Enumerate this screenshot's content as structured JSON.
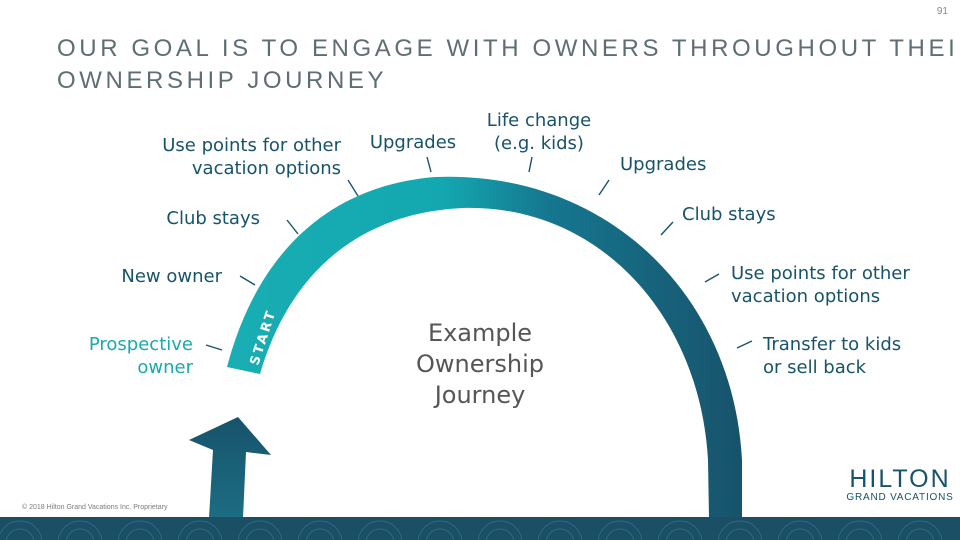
{
  "slide": {
    "page_number": "91",
    "title_lines": [
      "OUR GOAL IS TO ENGAGE WITH OWNERS THROUGHOUT THEIR",
      "OWNERSHIP JOURNEY"
    ],
    "center_text_lines": [
      "Example",
      "Ownership",
      "Journey"
    ],
    "start_label": "START",
    "copyright": "© 2018 Hilton Grand Vacations Inc. Proprietary",
    "logo": {
      "main": "HILTON",
      "sub": "GRAND VACATIONS"
    }
  },
  "journey_steps": [
    {
      "lines": [
        "Prospective",
        "owner"
      ]
    },
    {
      "lines": [
        "New owner"
      ]
    },
    {
      "lines": [
        "Club stays"
      ]
    },
    {
      "lines": [
        "Use points for other",
        "vacation options"
      ]
    },
    {
      "lines": [
        "Upgrades"
      ]
    },
    {
      "lines": [
        "Life change",
        "(e.g. kids)"
      ]
    },
    {
      "lines": [
        "Upgrades"
      ]
    },
    {
      "lines": [
        "Club stays"
      ]
    },
    {
      "lines": [
        "Use points for other",
        "vacation options"
      ]
    },
    {
      "lines": [
        "Transfer to kids",
        "or sell back"
      ]
    }
  ],
  "colors": {
    "title": "#5e6e73",
    "dark_teal": "#17536b",
    "teal": "#1aa9ad",
    "arc_start": "#19aeb3",
    "arc_end": "#17536b",
    "footer_band": "#1b4f66"
  }
}
